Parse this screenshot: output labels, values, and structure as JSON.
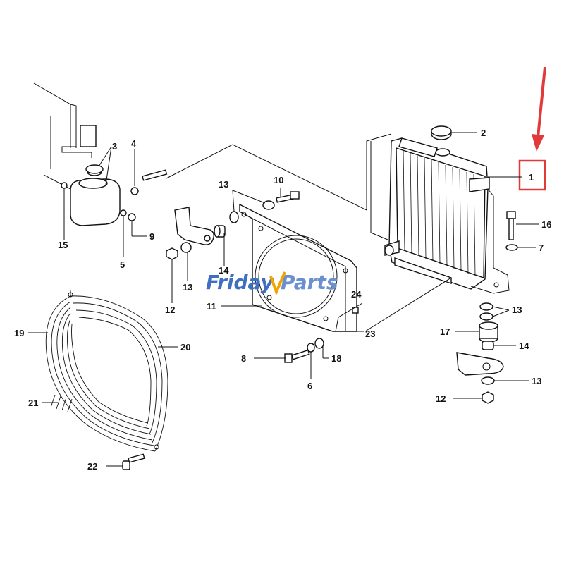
{
  "watermark": {
    "part1": "Friday",
    "part2": "Parts",
    "color1": "#3f6fbf",
    "color2": "#6b8fcf",
    "accent": "#f2a400"
  },
  "highlight_color": "#e23a3a",
  "callouts": {
    "c1": "1",
    "c2": "2",
    "c3": "3",
    "c4": "4",
    "c5": "5",
    "c6": "6",
    "c7": "7",
    "c8": "8",
    "c9": "9",
    "c10": "10",
    "c11": "11",
    "c12a": "12",
    "c12b": "12",
    "c13a": "13",
    "c13b": "13",
    "c13c": "13",
    "c13d": "13",
    "c14a": "14",
    "c14b": "14",
    "c15": "15",
    "c16": "16",
    "c17": "17",
    "c18": "18",
    "c19": "19",
    "c20": "20",
    "c21": "21",
    "c22": "22",
    "c23": "23",
    "c24": "24"
  }
}
